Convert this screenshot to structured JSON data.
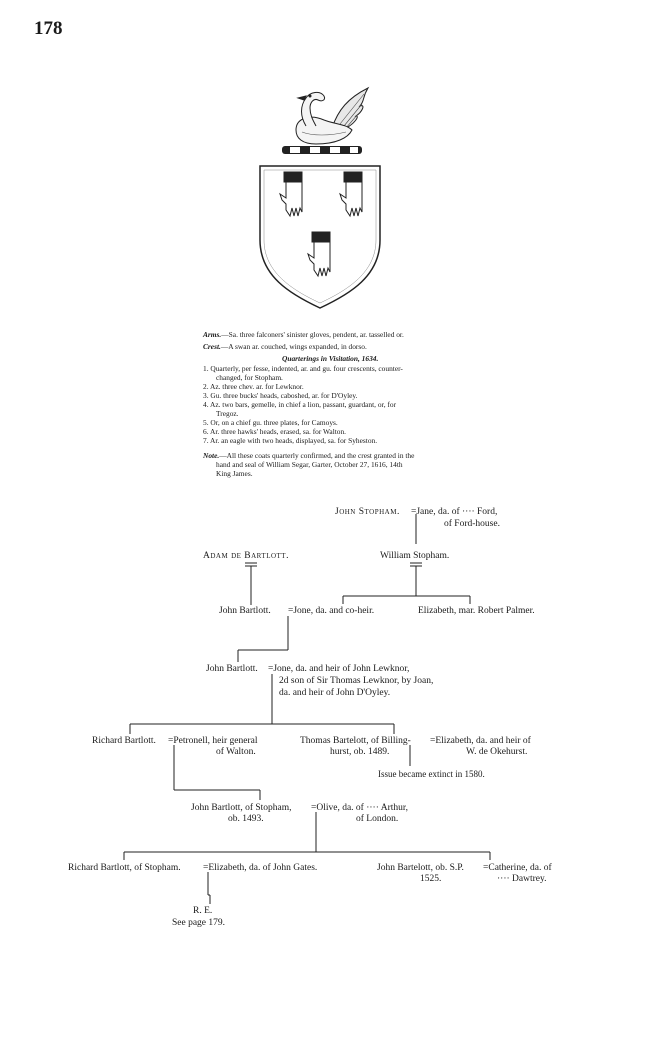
{
  "page_number": "178",
  "arms": {
    "arms_label": "Arms.",
    "arms_text": "—Sa. three falconers' sinister gloves, pendent, ar. tasselled or.",
    "crest_label": "Crest.",
    "crest_text": "—A swan ar. couched, wings expanded, in dorso.",
    "quarterings_heading": "Quarterings in Visitation, 1634.",
    "q1a": "1. Quarterly, per fesse, indented, ar. and gu. four crescents, counter-",
    "q1b": "changed, for Stopham.",
    "q2": "2. Az. three chev. ar. for Lewknor.",
    "q3": "3. Gu. three bucks' heads, caboshed, ar. for D'Oyley.",
    "q4a": "4. Az. two bars, gemelle, in chief a lion, passant, guardant, or, for",
    "q4b": "Tregoz.",
    "q5": "5. Or, on a chief gu. three plates, for Camoys.",
    "q6": "6. Ar. three hawks' heads, erased, sa. for Walton.",
    "q7": "7. Ar. an eagle with two heads, displayed, sa. for Syheston.",
    "note_label": "Note.",
    "note1": "—All these coats quarterly confirmed, and the crest granted in the",
    "note2": "hand and seal of William Segar, Garter, October 27, 1616, 14th",
    "note3": "King James."
  },
  "tree": {
    "john_stopham": "John Stopham.",
    "jane": "=Jane, da. of ···· Ford,",
    "jane2": "of Ford-house.",
    "adam": "Adam de Bartlott.",
    "william": "William Stopham.",
    "john1": "John Bartlott.",
    "jone1": "=Jone, da. and co-heir.",
    "elizabeth_palmer": "Elizabeth, mar. Robert Palmer.",
    "john2": "John Bartlott.",
    "jone2a": "=Jone, da. and heir of John Lewknor,",
    "jone2b": "2d son of Sir Thomas Lewknor, by Joan,",
    "jone2c": "da. and heir of John D'Oyley.",
    "richard1": "Richard Bartlott.",
    "petronell1": "=Petronell, heir general",
    "petronell2": "of Walton.",
    "thomas1": "Thomas Bartelott, of Billing-",
    "thomas2": "hurst, ob. 1489.",
    "elizabeth_ok1": "=Elizabeth, da. and heir of",
    "elizabeth_ok2": "W. de Okehurst.",
    "issue": "Issue became extinct in 1580.",
    "john3a": "John Bartlott, of Stopham,",
    "john3b": "ob. 1493.",
    "olive1": "=Olive, da. of ···· Arthur,",
    "olive2": "of London.",
    "richard2": "Richard Bartlott, of Stopham.",
    "elizabeth_gates": "=Elizabeth, da. of John Gates.",
    "john4a": "John Bartelott, ob. S.P.",
    "john4b": "1525.",
    "catherine1": "=Catherine, da. of",
    "catherine2": "···· Dawtrey.",
    "re": "R. E.",
    "see": "See page 179."
  }
}
